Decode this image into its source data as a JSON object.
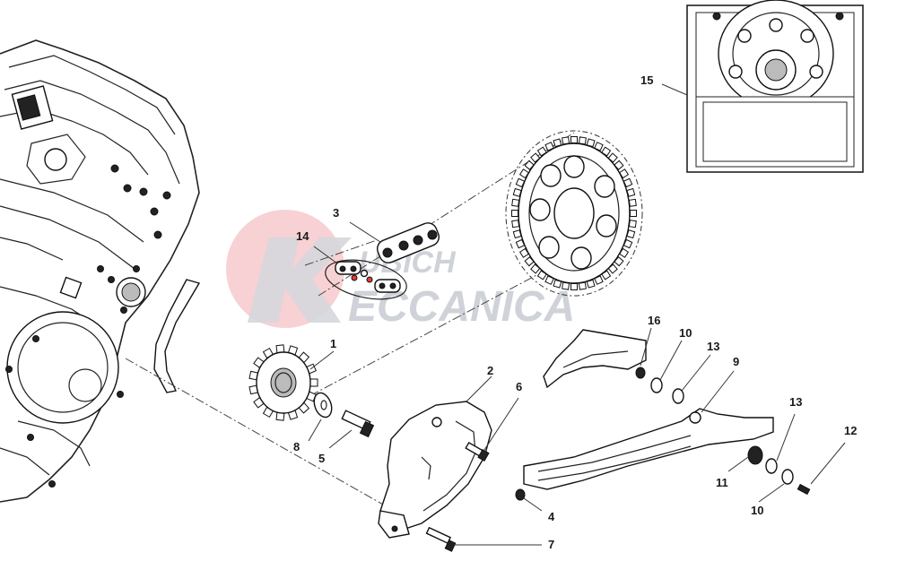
{
  "watermark": {
    "line1": "UBICH",
    "line2": "ECCANICA",
    "colors": {
      "disc": "#f6c9cc",
      "text": "#cfd2d8"
    }
  },
  "callouts": [
    {
      "id": "c1",
      "text": "1"
    },
    {
      "id": "c2",
      "text": "2"
    },
    {
      "id": "c3",
      "text": "3"
    },
    {
      "id": "c4",
      "text": "4"
    },
    {
      "id": "c5",
      "text": "5"
    },
    {
      "id": "c6",
      "text": "6"
    },
    {
      "id": "c7",
      "text": "7"
    },
    {
      "id": "c8",
      "text": "8"
    },
    {
      "id": "c9",
      "text": "9"
    },
    {
      "id": "c10a",
      "text": "10"
    },
    {
      "id": "c10b",
      "text": "10"
    },
    {
      "id": "c11",
      "text": "11"
    },
    {
      "id": "c12",
      "text": "12"
    },
    {
      "id": "c13a",
      "text": "13"
    },
    {
      "id": "c13b",
      "text": "13"
    },
    {
      "id": "c14",
      "text": "14"
    },
    {
      "id": "c15",
      "text": "15"
    },
    {
      "id": "c16",
      "text": "16"
    }
  ]
}
